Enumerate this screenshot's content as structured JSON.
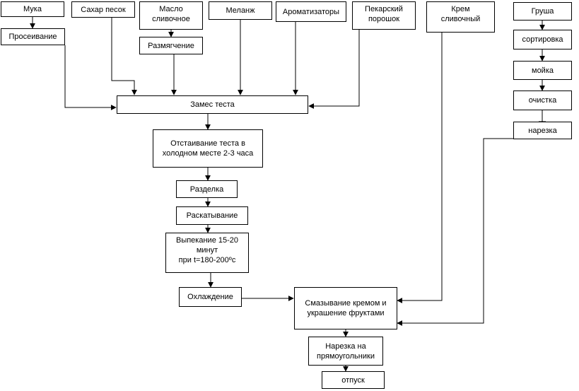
{
  "nodes": {
    "muka": "Мука",
    "prosei": "Просеивание",
    "sahar": "Сахар песок",
    "maslo": "Масло\nсливочное",
    "razm": "Размягчение",
    "melanzh": "Меланж",
    "aromat": "Ароматизаторы",
    "pekar": "Пекарский\nпорошок",
    "krem": "Крем\nсливочный",
    "grusha": "Груша",
    "sort": "сортировка",
    "moika": "мойка",
    "ochistka": "очистка",
    "narezka_f": "нарезка",
    "zames": "Замес теста",
    "otstaiv": "Отстаивание теста в\nхолодном месте 2-3 часа",
    "razdelka": "Разделка",
    "raskat": "Раскатывание",
    "vypek": "Выпекание 15-20 минут\nпри t=180-200ºс",
    "ohlazh": "Охлаждение",
    "smaz": "Смазывание кремом и\nукрашение фруктами",
    "narezka_p": "Нарезка на\nпрямоугольники",
    "otpusk": "отпуск"
  }
}
